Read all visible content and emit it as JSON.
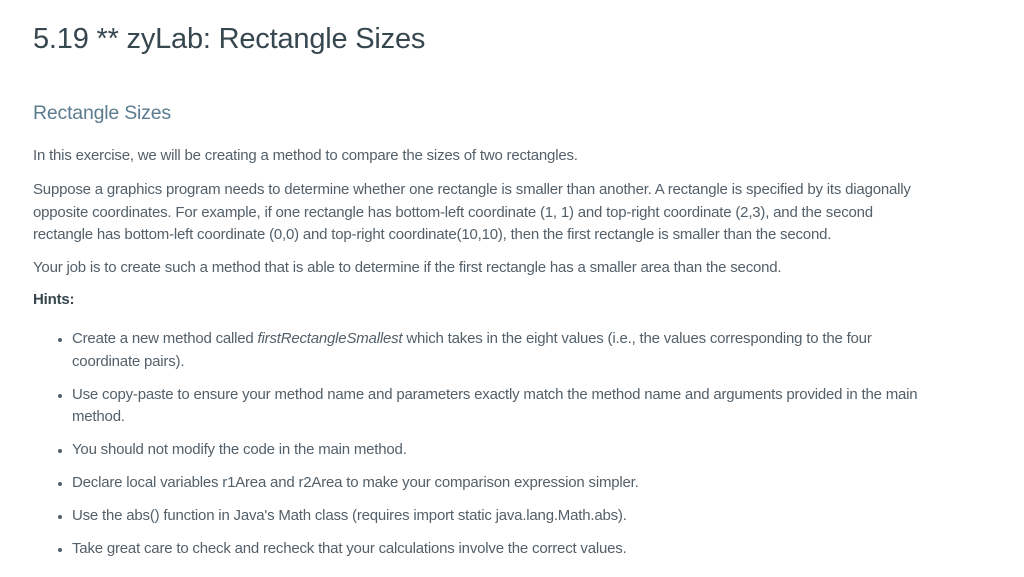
{
  "colors": {
    "title": "#37474F",
    "section_heading": "#5B7C8F",
    "body_text": "#535F69",
    "background": "#FFFFFF"
  },
  "header": {
    "title": "5.19 ** zyLab: Rectangle Sizes"
  },
  "content": {
    "section_heading": "Rectangle Sizes",
    "intro": "In this exercise, we will be creating a method to compare the sizes of two rectangles.",
    "problem_lines": [
      "Suppose a graphics program needs to determine whether one rectangle is smaller than another. A rectangle is specified by its diagonally",
      "opposite coordinates. For example, if one rectangle has bottom-left coordinate (1, 1) and top-right coordinate (2,3), and the second",
      "rectangle has bottom-left coordinate (0,0) and top-right coordinate(10,10), then the first rectangle is smaller than the second."
    ],
    "task": "Your job is to create such a method that is able to determine if the first rectangle has a smaller area than the second.",
    "hints_label": "Hints:",
    "hints": [
      {
        "prefix": "Create a new method called ",
        "method_name": "firstRectangleSmallest",
        "suffix_lines": [
          " which takes in the eight values (i.e., the values corresponding to the four",
          "coordinate pairs)."
        ]
      },
      {
        "lines": [
          "Use copy-paste to ensure your method name and parameters exactly match the method name and arguments provided in the main",
          "method."
        ]
      },
      {
        "text": "You should not modify the code in the main method."
      },
      {
        "text": "Declare local variables r1Area and r2Area to make your comparison expression simpler."
      },
      {
        "text": "Use the abs() function in Java's Math class (requires import static java.lang.Math.abs)."
      },
      {
        "text": "Take great care to check and recheck that your calculations involve the correct values."
      }
    ]
  }
}
